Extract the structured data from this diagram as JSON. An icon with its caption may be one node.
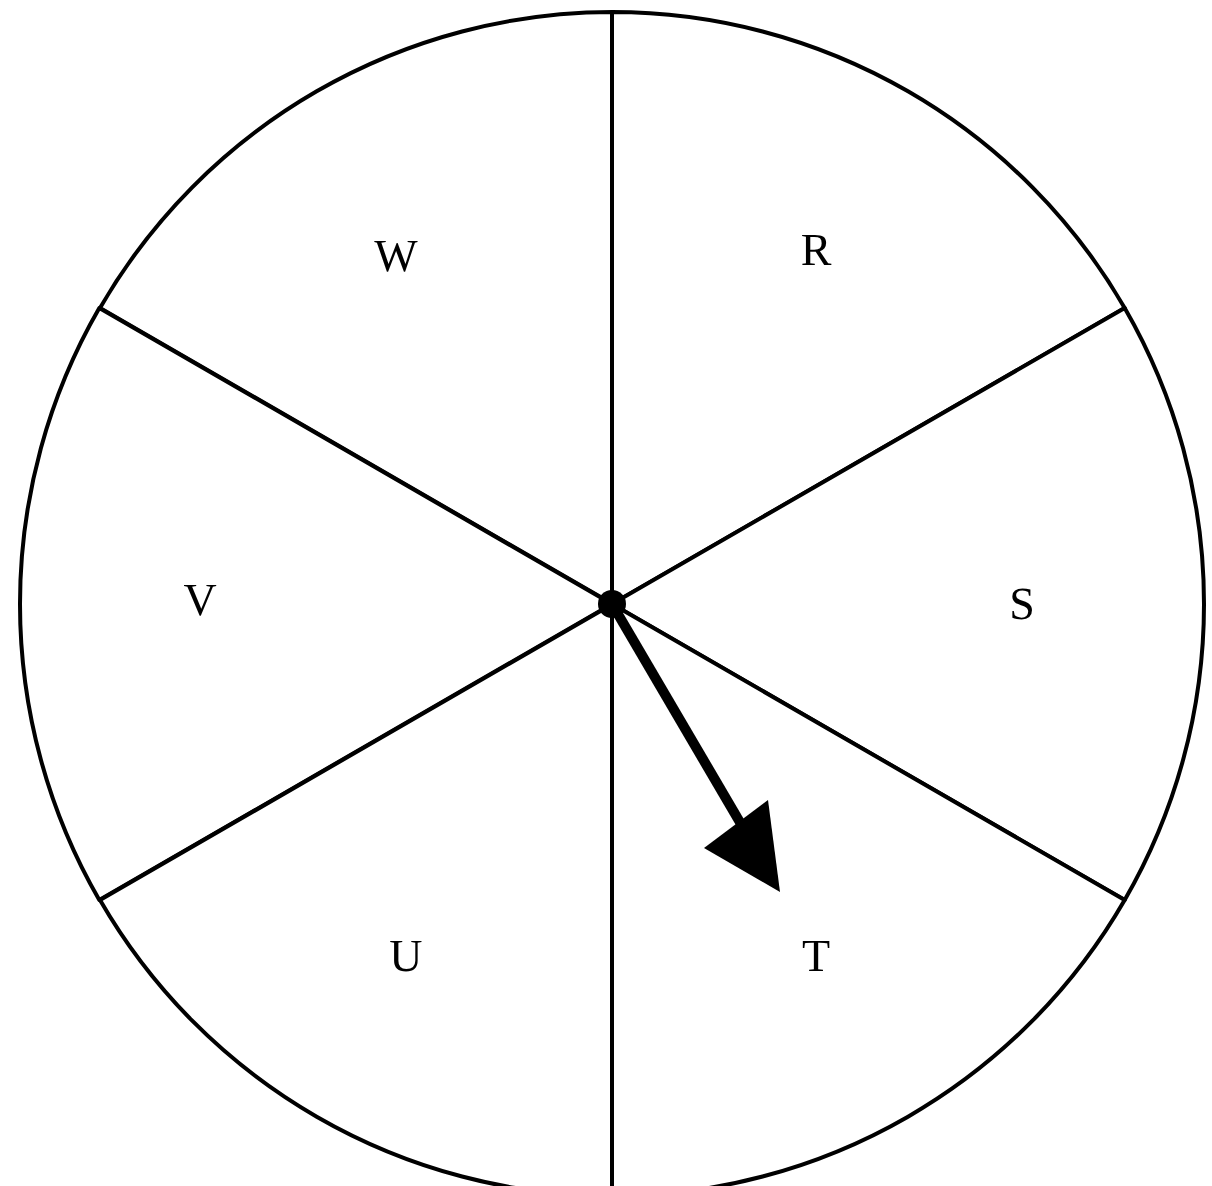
{
  "diagram": {
    "nodes": [
      {
        "text": [
          "W"
        ]
      },
      {
        "text": [
          "R"
        ]
      },
      {
        "text": [
          "V"
        ]
      },
      {
        "text": [
          "S"
        ]
      },
      {
        "text": [
          "U"
        ]
      },
      {
        "text": [
          "T"
        ]
      }
    ]
  }
}
